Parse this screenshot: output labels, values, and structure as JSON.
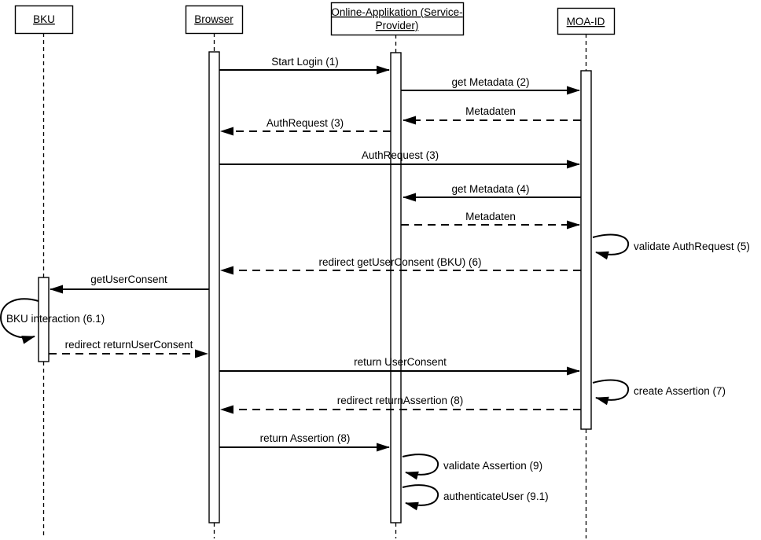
{
  "diagram": {
    "kind": "UML sequence diagram",
    "background_color": "#ffffff",
    "line_color": "#000000"
  },
  "actors": [
    {
      "name": "BKU",
      "label": "BKU"
    },
    {
      "name": "Browser",
      "label": "Browser"
    },
    {
      "name": "Online-Applikation (Service-Provider)",
      "label_line1": "Online-Applikation (Service-",
      "label_line2": "Provider)"
    },
    {
      "name": "MOA-ID",
      "label": "MOA-ID"
    }
  ],
  "messages": [
    {
      "step": 1,
      "text": "Start Login (1)",
      "from": "Browser",
      "to": "Online-Applikation (Service-Provider)",
      "line": "solid"
    },
    {
      "step": 2,
      "text": "get Metadata (2)",
      "from": "Online-Applikation (Service-Provider)",
      "to": "MOA-ID",
      "line": "solid"
    },
    {
      "step": 3,
      "text": "Metadaten",
      "from": "MOA-ID",
      "to": "Online-Applikation (Service-Provider)",
      "line": "dashed"
    },
    {
      "step": 4,
      "text": "AuthRequest (3)",
      "from": "Online-Applikation (Service-Provider)",
      "to": "Browser",
      "line": "dashed"
    },
    {
      "step": 5,
      "text": "AuthRequest (3)",
      "from": "Browser",
      "to": "MOA-ID",
      "line": "solid"
    },
    {
      "step": 6,
      "text": "get Metadata (4)",
      "from": "MOA-ID",
      "to": "Online-Applikation (Service-Provider)",
      "line": "solid"
    },
    {
      "step": 7,
      "text": "Metadaten",
      "from": "Online-Applikation (Service-Provider)",
      "to": "MOA-ID",
      "line": "dashed"
    },
    {
      "step": 8,
      "text": "validate AuthRequest (5)",
      "on": "MOA-ID",
      "line": "self"
    },
    {
      "step": 9,
      "text": "redirect getUserConsent (BKU) (6)",
      "from": "MOA-ID",
      "to": "Browser",
      "line": "dashed"
    },
    {
      "step": 10,
      "text": "getUserConsent",
      "from": "Browser",
      "to": "BKU",
      "line": "solid"
    },
    {
      "step": 11,
      "text": "BKU interaction (6.1)",
      "on": "BKU",
      "line": "self"
    },
    {
      "step": 12,
      "text": "redirect returnUserConsent",
      "from": "BKU",
      "to": "Browser",
      "line": "dashed"
    },
    {
      "step": 13,
      "text": "return UserConsent",
      "from": "Browser",
      "to": "MOA-ID",
      "line": "solid"
    },
    {
      "step": 14,
      "text": "create Assertion (7)",
      "on": "MOA-ID",
      "line": "self"
    },
    {
      "step": 15,
      "text": "redirect returnAssertion (8)",
      "from": "MOA-ID",
      "to": "Browser",
      "line": "dashed"
    },
    {
      "step": 16,
      "text": "return Assertion (8)",
      "from": "Browser",
      "to": "Online-Applikation (Service-Provider)",
      "line": "solid"
    },
    {
      "step": 17,
      "text": "validate Assertion (9)",
      "on": "Online-Applikation (Service-Provider)",
      "line": "self"
    },
    {
      "step": 18,
      "text": "authenticateUser (9.1)",
      "on": "Online-Applikation (Service-Provider)",
      "line": "self"
    }
  ]
}
